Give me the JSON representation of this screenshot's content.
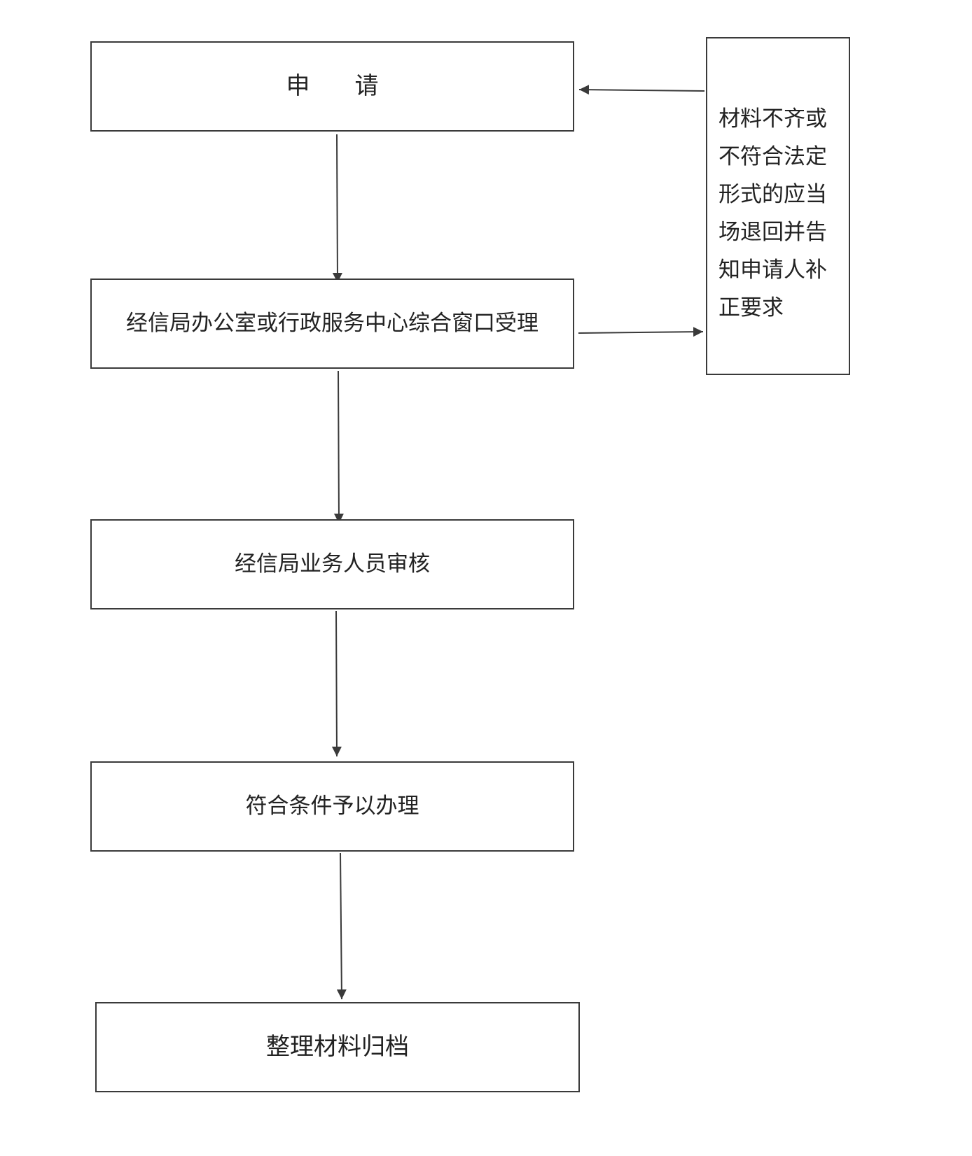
{
  "flowchart": {
    "steps": [
      {
        "id": "apply",
        "label": "申请"
      },
      {
        "id": "accept",
        "label": "经信局办公室或行政服务中心综合窗口受理"
      },
      {
        "id": "review",
        "label": "经信局业务人员审核"
      },
      {
        "id": "handle",
        "label": "符合条件予以办理"
      },
      {
        "id": "archive",
        "label": "整理材料归档"
      }
    ],
    "side_box": {
      "label": "材料不齐或不符合法定形式的应当场退回并告知申请人补正要求"
    }
  }
}
